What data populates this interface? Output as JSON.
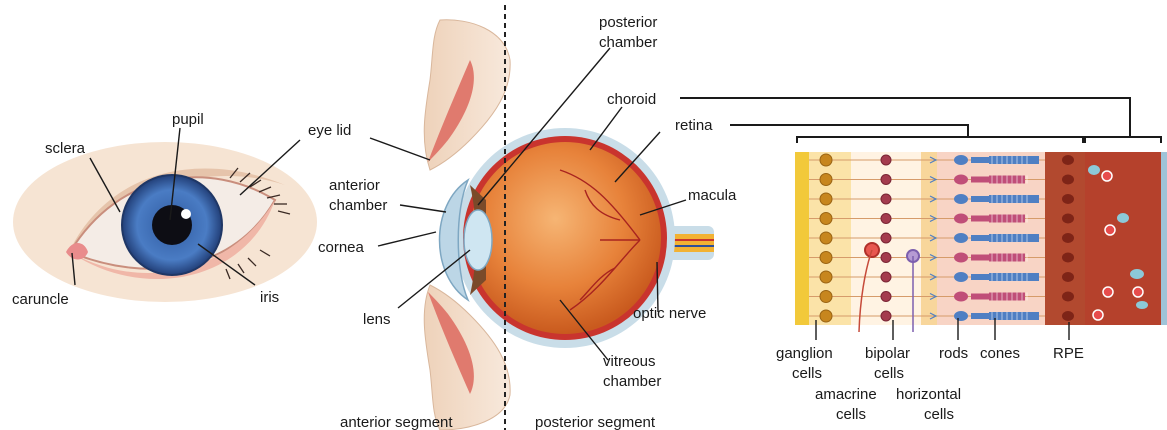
{
  "colors": {
    "skin": "#f3dcc7",
    "iris": "#3f6fb5",
    "sclera": "#f7f7f7",
    "eyeball": "#e57b2c",
    "choroid": "#c9342e",
    "sclera_layer": "#c9dde8",
    "nerve": "#f2b233",
    "rpe": "#b2492f",
    "rod": "#4f7fc3",
    "cone": "#c04e78",
    "ganglion": "#c7861e",
    "bipolar": "#a43b4e"
  },
  "labels": {
    "sclera": "sclera",
    "pupil": "pupil",
    "caruncle": "caruncle",
    "iris": "iris",
    "eye_lid": "eye lid",
    "anterior_chamber_1": "anterior",
    "anterior_chamber_2": "chamber",
    "cornea": "cornea",
    "lens": "lens",
    "posterior_chamber_1": "posterior",
    "posterior_chamber_2": "chamber",
    "choroid": "choroid",
    "retina": "retina",
    "macula": "macula",
    "optic_nerve": "optic nerve",
    "vitreous_chamber_1": "vitreous",
    "vitreous_chamber_2": "chamber",
    "anterior_segment": "anterior segment",
    "posterior_segment": "posterior segment",
    "ganglion_cells_1": "ganglion",
    "ganglion_cells_2": "cells",
    "amacrine_cells_1": "amacrine",
    "amacrine_cells_2": "cells",
    "bipolar_cells_1": "bipolar",
    "bipolar_cells_2": "cells",
    "horizontal_cells_1": "horizontal",
    "horizontal_cells_2": "cells",
    "rods": "rods",
    "cones": "cones",
    "rpe": "RPE"
  }
}
